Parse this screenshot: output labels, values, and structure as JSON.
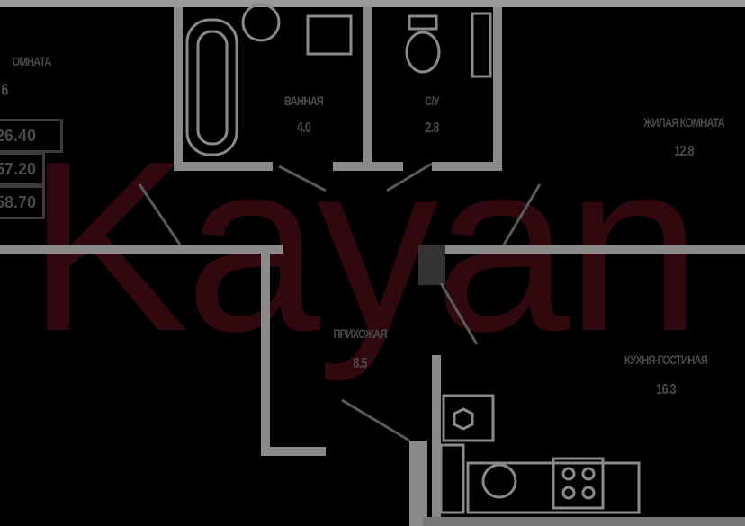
{
  "watermark": "Kayan",
  "rooms": {
    "room_left": {
      "name": "ОМНАТА",
      "area": "6"
    },
    "bath": {
      "name": "ВАННАЯ",
      "area": "4.0"
    },
    "wc": {
      "name": "С/У",
      "area": "2.8"
    },
    "living": {
      "name": "ЖИЛАЯ КОМНАТА",
      "area": "12.8"
    },
    "hall": {
      "name": "ПРИХОЖАЯ",
      "area": "8.5"
    },
    "kitchen": {
      "name": "КУХНЯ-ГОСТИНАЯ",
      "area": "16.3"
    }
  },
  "areas_table": [
    "26.40",
    "57.20",
    "58.70"
  ]
}
